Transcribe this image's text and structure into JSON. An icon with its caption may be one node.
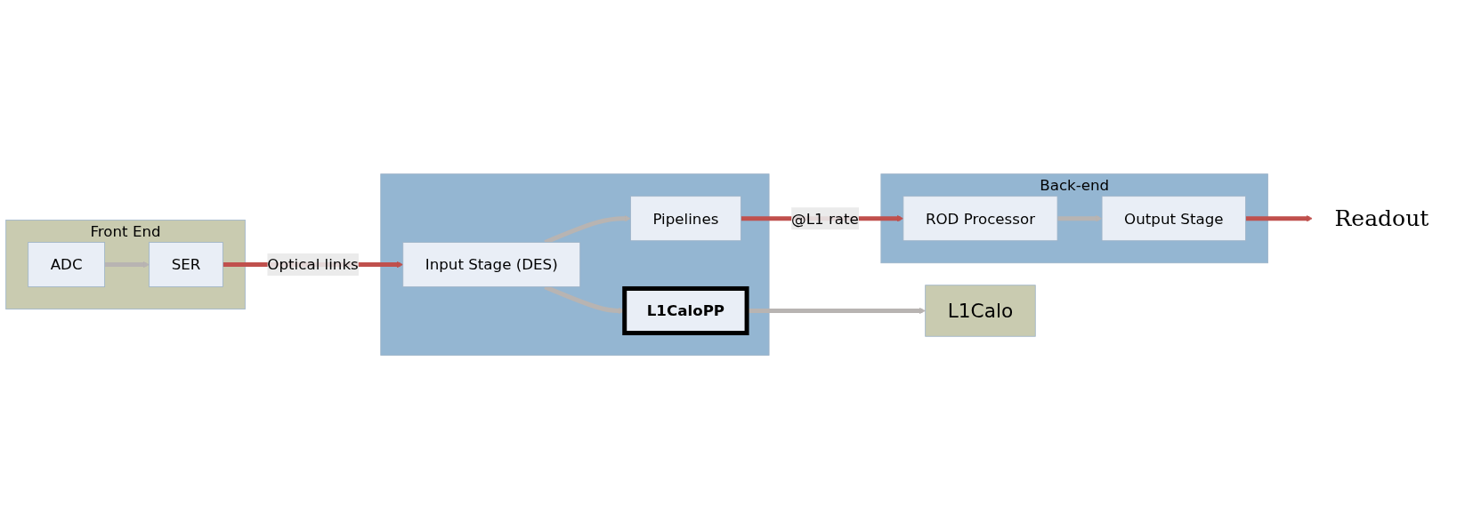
{
  "diagram": {
    "nodes": [
      {
        "text": [
          "Front End"
        ]
      },
      {
        "text": [
          "SER"
        ],
        "in": 0
      },
      {
        "text": [
          "ADC"
        ],
        "in": 0
      },
      {
        "text": [],
        "shape": "box"
      },
      {
        "text": [
          "Input Stage (DES)"
        ],
        "in": 3
      },
      {
        "text": [
          "L1CaloPP"
        ],
        "in": 3
      },
      {
        "text": [
          "Pipelines"
        ],
        "in": 3
      },
      {
        "text": [
          "L1Calo"
        ]
      },
      {
        "text": [
          "Back-end"
        ]
      },
      {
        "text": [
          "ROD Processor"
        ],
        "in": 8
      },
      {
        "text": [
          "Output Stage"
        ],
        "in": 8
      },
      {
        "text": [
          "Readout"
        ]
      }
    ],
    "edges": [
      {
        "from": 2,
        "to": 1,
        "arrow": "to"
      },
      {
        "from": 1,
        "to": 4,
        "arrow": "to",
        "label": "Optical links",
        "color": "#c0504d"
      },
      {
        "from": 4,
        "to": 5,
        "arrow": "to"
      },
      {
        "from": 4,
        "to": 6,
        "arrow": "to"
      },
      {
        "from": 5,
        "to": 7,
        "arrow": "to"
      },
      {
        "from": 6,
        "to": 9,
        "arrow": "to",
        "label": "@L1 rate",
        "color": "#c0504d"
      },
      {
        "from": 9,
        "to": 10,
        "arrow": "to"
      },
      {
        "from": 10,
        "to": 11,
        "arrow": "to",
        "color": "#c0504d"
      }
    ]
  }
}
